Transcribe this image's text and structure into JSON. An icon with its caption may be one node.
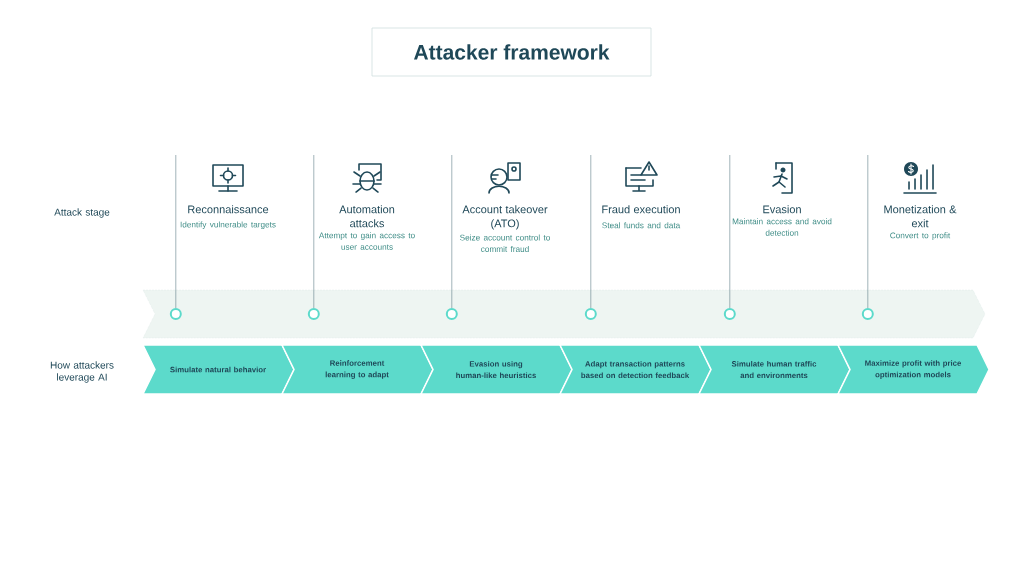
{
  "diagram": {
    "title": "Attacker framework",
    "nodes": [
      {
        "text": [
          "Reconnaissance",
          "Identify vulnerable targets"
        ]
      },
      {
        "text": [
          "Automation attacks",
          "Attempt to gain access to user accounts"
        ]
      },
      {
        "text": [
          "Account takeover (ATO)",
          "Seize account control to commit fraud"
        ]
      },
      {
        "text": [
          "Fraud execution",
          "Steal funds and data"
        ]
      },
      {
        "text": [
          "Evasion",
          "Maintain access and avoid detection"
        ]
      },
      {
        "text": [
          "Monetization & exit",
          "Convert to profit"
        ]
      },
      {
        "text": [],
        "shape": "bar"
      },
      {
        "text": [],
        "shape": "circle",
        "in": 6
      },
      {
        "text": [],
        "shape": "circle",
        "in": 6
      },
      {
        "text": [],
        "shape": "circle",
        "in": 6
      },
      {
        "text": [],
        "shape": "circle",
        "in": 6
      },
      {
        "text": [],
        "shape": "circle",
        "in": 6
      },
      {
        "text": [],
        "shape": "circle",
        "in": 6
      },
      {
        "text": [
          "Simulate natural behavior"
        ]
      },
      {
        "text": [
          "Reinforcement learning to adapt"
        ]
      },
      {
        "text": [
          "Evasion using human-like heuristics"
        ]
      },
      {
        "text": [
          "Adapt transaction patterns based on detection feedback"
        ]
      },
      {
        "text": [
          "Simulate human traffic and environments"
        ]
      },
      {
        "text": [
          "Maximize profit with price optimization models"
        ]
      }
    ],
    "edges": [
      {
        "from": 7,
        "to": 0,
        "arrow": "none"
      },
      {
        "from": 8,
        "to": 1,
        "arrow": "none"
      },
      {
        "from": 9,
        "to": 2,
        "arrow": "none"
      },
      {
        "from": 10,
        "to": 3,
        "arrow": "none"
      },
      {
        "from": 11,
        "to": 4,
        "arrow": "none"
      },
      {
        "from": 12,
        "to": 5,
        "arrow": "none"
      }
    ],
    "labels": [
      "Attack stage",
      "How attackers leverage AI"
    ]
  }
}
